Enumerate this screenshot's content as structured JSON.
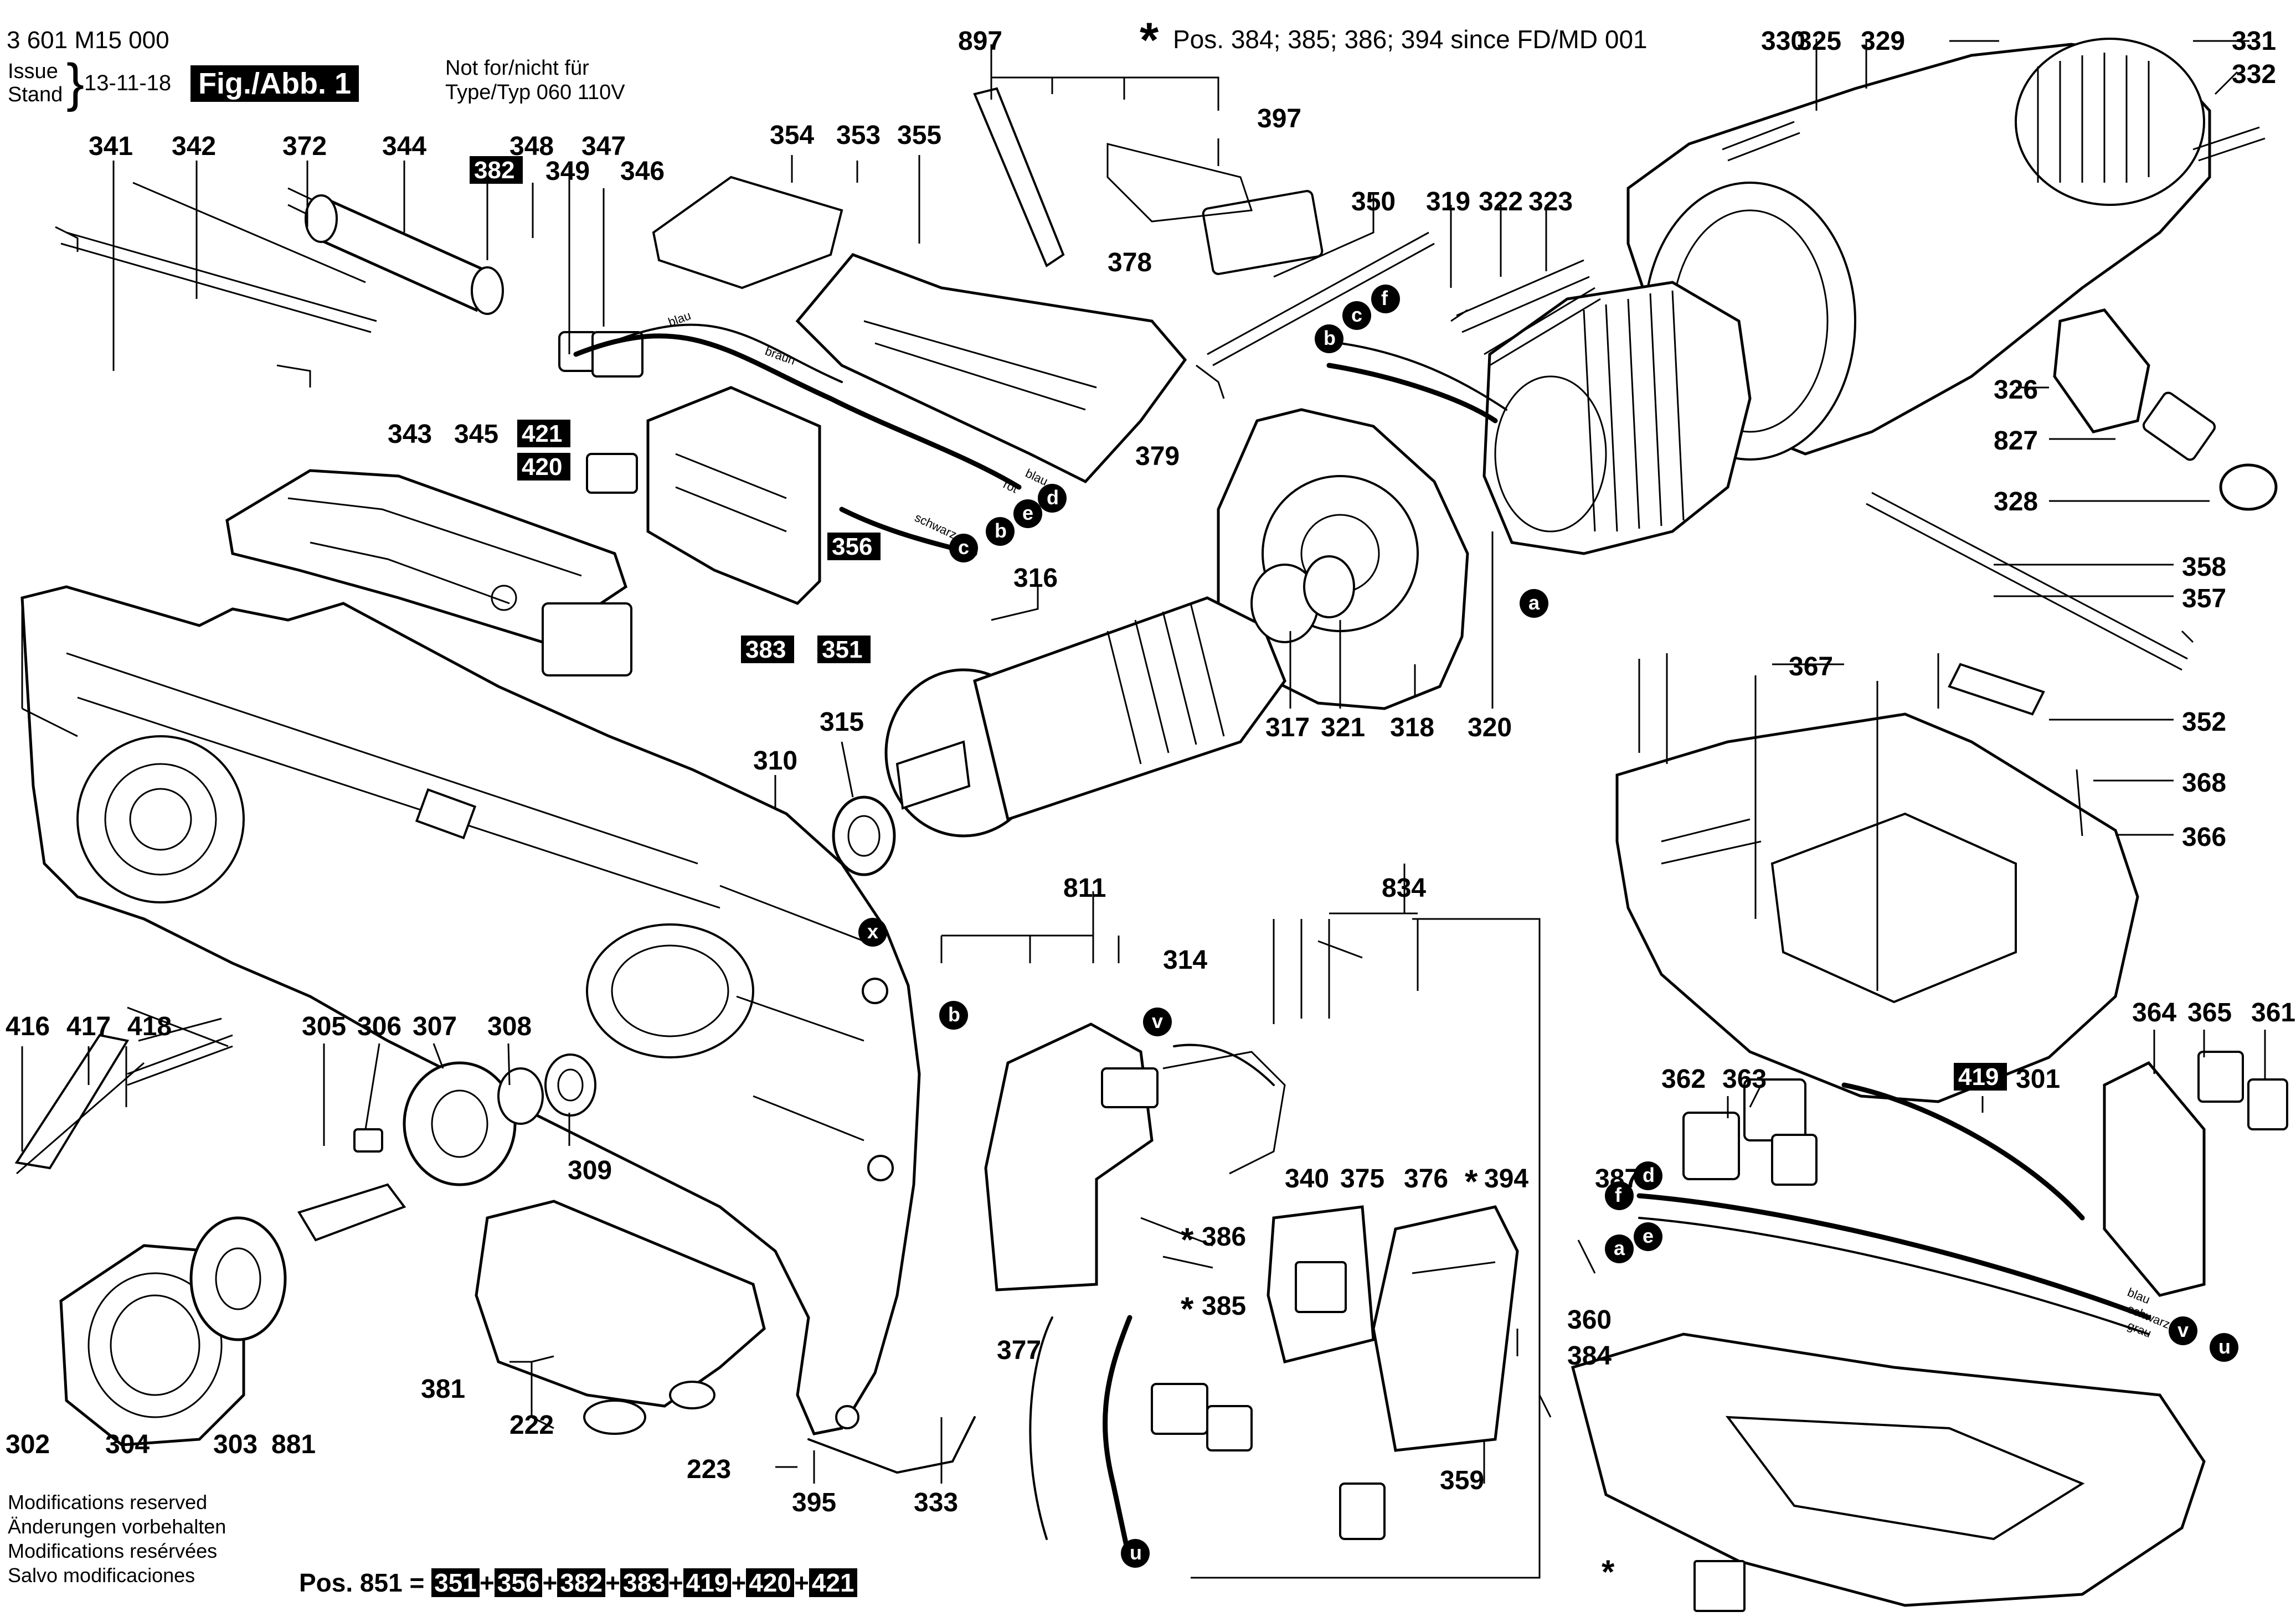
{
  "header": {
    "doc_number": "3 601 M15 000",
    "issue_label_en": "Issue",
    "issue_label_de": "Stand",
    "issue_date": "13-11-18",
    "figure_label": "Fig./Abb. 1",
    "not_for_line1": "Not for/nicht für",
    "not_for_line2": "Type/Typ 060 110V",
    "since_note": "Pos. 384; 385; 386; 394 since FD/MD 001",
    "star": "*"
  },
  "footer": {
    "mods": [
      "Modifications reserved",
      "Änderungen vorbehalten",
      "Modifications resérvées",
      "Salvo modificaciones"
    ],
    "pos851_label": "Pos. 851 =",
    "pos851_parts": [
      "351",
      "356",
      "382",
      "383",
      "419",
      "420",
      "421"
    ],
    "plus": "+"
  },
  "part_labels": [
    "341",
    "342",
    "372",
    "344",
    "348",
    "349",
    "347",
    "346",
    "354",
    "353",
    "355",
    "897",
    "397",
    "330",
    "325",
    "329",
    "331",
    "332",
    "350",
    "319",
    "322",
    "323",
    "326",
    "827",
    "328",
    "343",
    "345",
    "378",
    "379",
    "316",
    "315",
    "317",
    "321",
    "318",
    "320",
    "310",
    "358",
    "357",
    "367",
    "352",
    "368",
    "366",
    "811",
    "314",
    "834",
    "416",
    "417",
    "418",
    "305",
    "306",
    "307",
    "308",
    "309",
    "340",
    "375",
    "376",
    "394",
    "386",
    "385",
    "387",
    "364",
    "365",
    "361",
    "362",
    "363",
    "301",
    "302",
    "304",
    "303",
    "881",
    "381",
    "222",
    "223",
    "395",
    "333",
    "377",
    "359",
    "360",
    "384"
  ],
  "boxed_labels": [
    "382",
    "421",
    "420",
    "356",
    "383",
    "351",
    "419"
  ],
  "wire_letters": [
    "a",
    "b",
    "c",
    "d",
    "e",
    "f",
    "u",
    "v",
    "x"
  ],
  "wire_colors": [
    "blau",
    "braun",
    "rot",
    "blau",
    "schwarz",
    "schwarz",
    "blau",
    "grau"
  ],
  "colors": {
    "ink": "#000000",
    "paper": "#ffffff"
  }
}
